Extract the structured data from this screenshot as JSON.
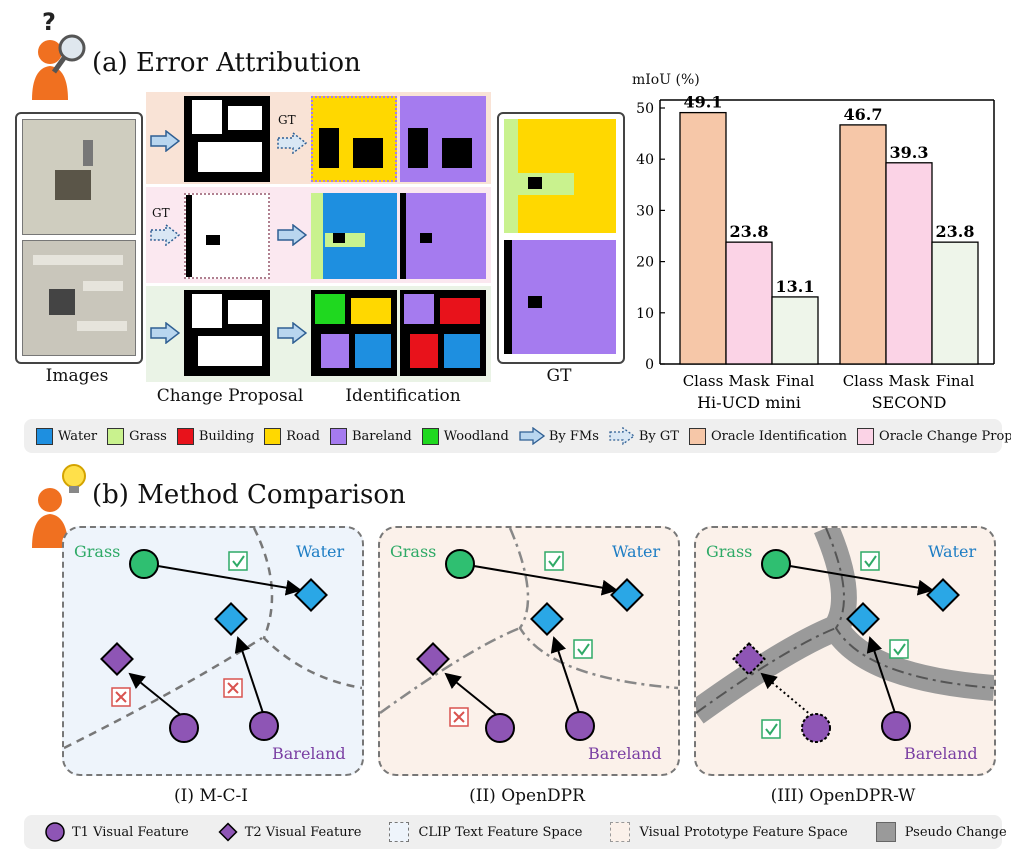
{
  "section_a": {
    "title": "(a) Error Attribution",
    "caption_images": "Images",
    "caption_change": "Change Proposal",
    "caption_ident": "Identification",
    "caption_gt": "GT",
    "gt_tag_1": "GT",
    "gt_tag_2": "GT"
  },
  "chart_data": {
    "type": "bar",
    "ylabel": "mIoU (%)",
    "ylim": [
      0,
      50
    ],
    "yticks": [
      0,
      10,
      20,
      30,
      40,
      50
    ],
    "groups": [
      {
        "name": "Hi-UCD mini",
        "categories": [
          "Class",
          "Mask",
          "Final"
        ],
        "values": [
          49.1,
          23.8,
          13.1
        ]
      },
      {
        "name": "SECOND",
        "categories": [
          "Class",
          "Mask",
          "Final"
        ],
        "values": [
          46.7,
          39.3,
          23.8
        ]
      }
    ],
    "bar_colors": [
      "#f6c7a8",
      "#fbd3e6",
      "#eef5ea"
    ],
    "value_labels": [
      [
        "49.1",
        "23.8",
        "13.1"
      ],
      [
        "46.7",
        "39.3",
        "23.8"
      ]
    ]
  },
  "legend_a": {
    "items": [
      {
        "label": "Water",
        "color": "#1e8fe0"
      },
      {
        "label": "Grass",
        "color": "#c9f28e"
      },
      {
        "label": "Building",
        "color": "#e8121b"
      },
      {
        "label": "Road",
        "color": "#ffd800"
      },
      {
        "label": "Bareland",
        "color": "#a57bef"
      },
      {
        "label": "Woodland",
        "color": "#1fd81f"
      }
    ],
    "by_fms": "By FMs",
    "by_gt": "By GT",
    "oracle_ident": "Oracle Identification",
    "oracle_change": "Oracle Change Proposal"
  },
  "section_b": {
    "title": "(b) Method Comparison",
    "panels": [
      {
        "caption": "(I) M-C-I",
        "grass": "Grass",
        "water": "Water",
        "bareland": "Bareland"
      },
      {
        "caption": "(II) OpenDPR",
        "grass": "Grass",
        "water": "Water",
        "bareland": "Bareland"
      },
      {
        "caption": "(III) OpenDPR-W",
        "grass": "Grass",
        "water": "Water",
        "bareland": "Bareland"
      }
    ]
  },
  "legend_b": {
    "t1": "T1 Visual Feature",
    "t2": "T2 Visual Feature",
    "clip": "CLIP Text Feature Space",
    "proto": "Visual Prototype Feature Space",
    "pseudo": "Pseudo Change Region"
  },
  "colors": {
    "grass_node": "#2fbf71",
    "water_node": "#2aa7e6",
    "bare_node": "#8e55b5",
    "check": "#2faa67",
    "cross": "#d9534f",
    "clip_bg": "#eef4fb",
    "proto_bg": "#fbf1ea",
    "pseudo": "#9a9a9a"
  }
}
